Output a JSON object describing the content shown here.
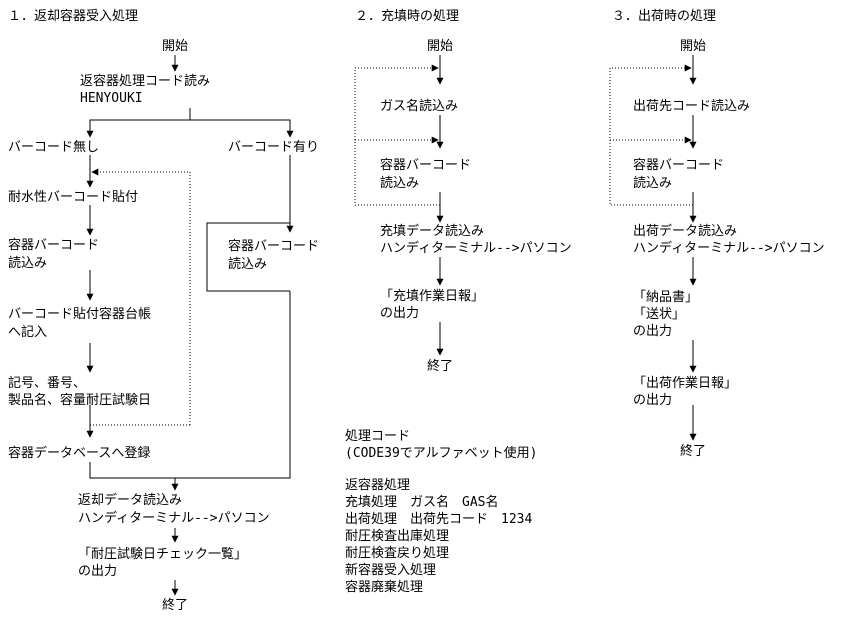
{
  "colors": {
    "line": "#000000",
    "background": "#ffffff"
  },
  "section1": {
    "title": "１．返却容器受入処理",
    "start": "開始",
    "read_code_line1": "返容器処理コード読み",
    "read_code_line2": "HENYOUKI",
    "no_barcode": "バーコード無し",
    "has_barcode": "バーコード有り",
    "attach_label": "耐水性バーコード貼付",
    "read_left_line1": "容器バーコード",
    "read_left_line2": "読込み",
    "read_right_line1": "容器バーコード",
    "read_right_line2": "読込み",
    "ledger_line1": "バーコード貼付容器台帳",
    "ledger_line2": "へ記入",
    "record_line1": "記号、番号、",
    "record_line2": "製品名、容量耐圧試験日",
    "register_db": "容器データベースへ登録",
    "transfer_line1": "返却データ読込み",
    "transfer_line2": "ハンディターミナル-->パソコン",
    "output_line1": "「耐圧試験日チェック一覧」",
    "output_line2": "の出力",
    "end": "終了"
  },
  "section2": {
    "title": "２．充填時の処理",
    "start": "開始",
    "read_gas": "ガス名読込み",
    "read_container_line1": "容器バーコード",
    "read_container_line2": "読込み",
    "transfer_line1": "充填データ読込み",
    "transfer_line2": "ハンディターミナル-->パソコン",
    "output_line1": "「充填作業日報」",
    "output_line2": "の出力",
    "end": "終了"
  },
  "section3": {
    "title": "３．出荷時の処理",
    "start": "開始",
    "read_dest": "出荷先コード読込み",
    "read_container_line1": "容器バーコード",
    "read_container_line2": "読込み",
    "transfer_line1": "出荷データ読込み",
    "transfer_line2": "ハンディターミナル-->パソコン",
    "delivery_note": "「納品書」",
    "invoice": "「送状」",
    "output_of": "の出力",
    "report_line1": "「出荷作業日報」",
    "report_line2": "の出力",
    "end": "終了"
  },
  "codes": {
    "title": "処理コード",
    "subtitle": "(CODE39でアルファベット使用)",
    "items": [
      "返容器処理",
      "充填処理　ガス名　GAS名",
      "出荷処理　出荷先コード　1234",
      "耐圧検査出庫処理",
      "耐圧検査戻り処理",
      "新容器受入処理",
      "容器廃棄処理"
    ]
  }
}
